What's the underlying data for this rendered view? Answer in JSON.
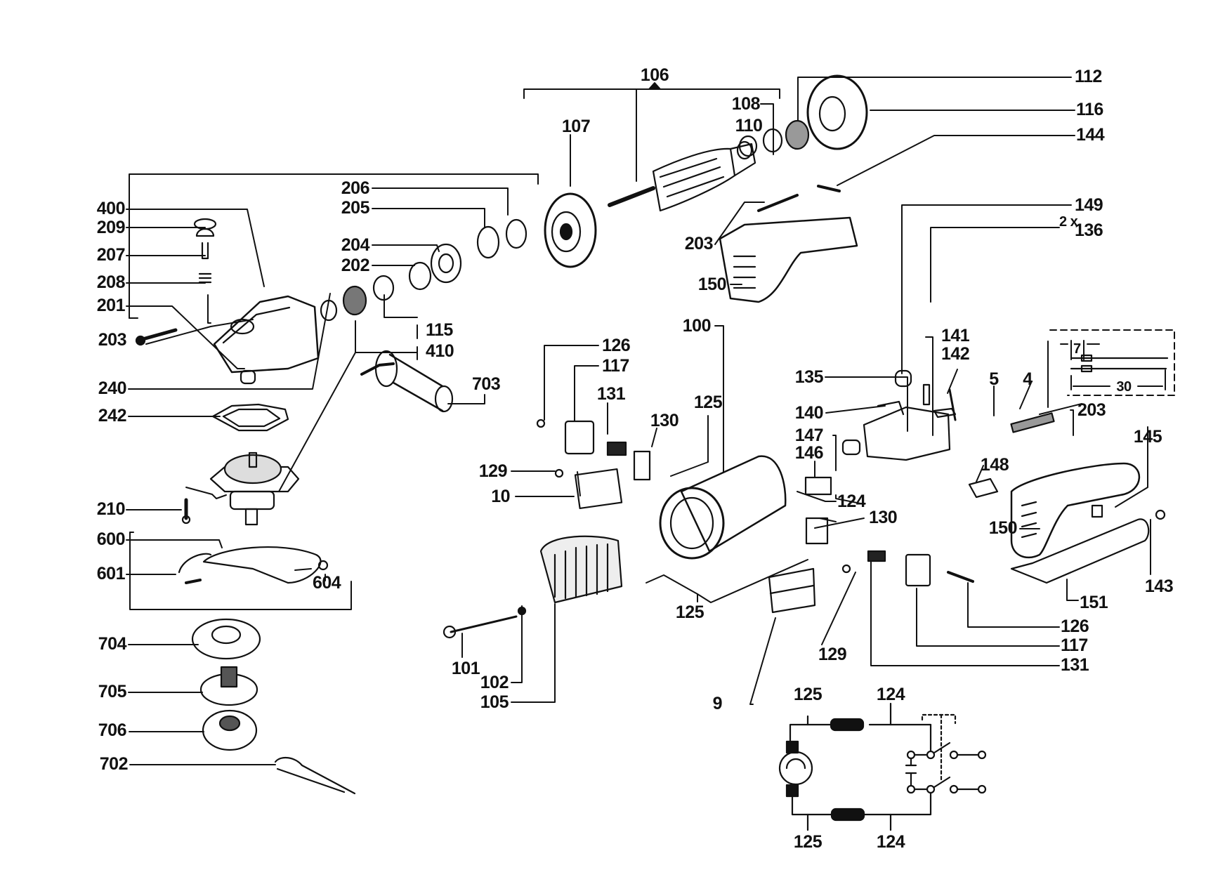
{
  "diagram": {
    "title": "Angle Grinder Exploded Parts Diagram",
    "colors": {
      "ink": "#111111",
      "background": "#ffffff"
    },
    "labels": {
      "p106": "106",
      "p107": "107",
      "p108": "108",
      "p110": "110",
      "p112": "112",
      "p116": "116",
      "p144": "144",
      "p203a": "203",
      "p150a": "150",
      "p149": "149",
      "p136": "136",
      "p2x": "2 x",
      "p400": "400",
      "p209": "209",
      "p207": "207",
      "p208": "208",
      "p201": "201",
      "p203b": "203",
      "p240": "240",
      "p242": "242",
      "p210": "210",
      "p600": "600",
      "p601": "601",
      "p604": "604",
      "p704": "704",
      "p705": "705",
      "p706": "706",
      "p702": "702",
      "p206": "206",
      "p205": "205",
      "p204": "204",
      "p202": "202",
      "p115": "115",
      "p410": "410",
      "p703": "703",
      "p100": "100",
      "p126a": "126",
      "p117a": "117",
      "p131a": "131",
      "p130a": "130",
      "p125a": "125",
      "p129a": "129",
      "p10": "10",
      "p101": "101",
      "p102": "102",
      "p105": "105",
      "p125b": "125",
      "p9": "9",
      "p135": "135",
      "p140": "140",
      "p147": "147",
      "p146": "146",
      "p124a": "124",
      "p130b": "130",
      "p141": "141",
      "p142": "142",
      "p5": "5",
      "p4": "4",
      "p7": "7",
      "p30": "30",
      "p203c": "203",
      "p145": "145",
      "p148": "148",
      "p150b": "150",
      "p143": "143",
      "p151": "151",
      "p126b": "126",
      "p117b": "117",
      "p131b": "131",
      "p129b": "129",
      "c125top": "125",
      "c124top": "124",
      "c125bot": "125",
      "c124bot": "124"
    }
  }
}
